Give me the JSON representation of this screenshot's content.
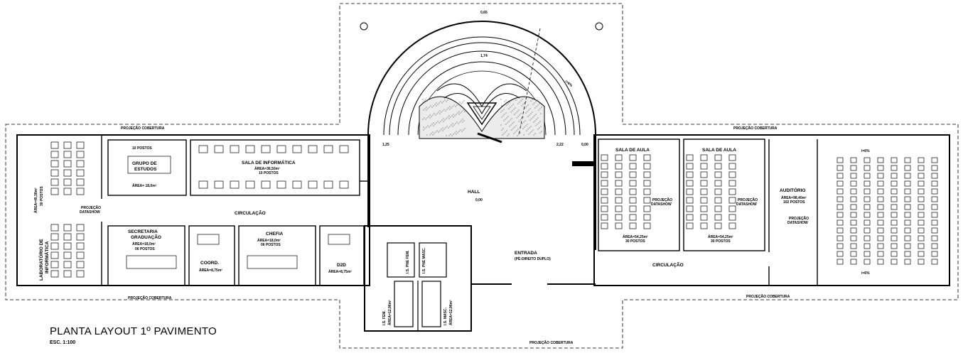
{
  "drawing": {
    "title": "PLANTA LAYOUT 1º PAVIMENTO",
    "scale": "ESC. 1:100"
  },
  "roof_projection": {
    "top_left": "PROJEÇÃO COBERTURA",
    "top_right": "PROJEÇÃO COBERTURA",
    "bottom_left": "PROJEÇÃO COBERTURA",
    "bottom_right": "PROJEÇÃO COBERTURA",
    "bottom_center": "PROJEÇÃO COBERTURA"
  },
  "rooms": {
    "lab": {
      "name_1": "LABORATÓRIO DE",
      "name_2": "INFORMÁTICA",
      "area": "ÁREA=45,38m²",
      "seats": "30 POSTOS",
      "projection_1": "PROJEÇÃO",
      "projection_2": "DATASHOW"
    },
    "study": {
      "posts": "10 POSTOS",
      "name_1": "GRUPO DE",
      "name_2": "ESTUDOS",
      "area": "ÁREA= 18,0m²"
    },
    "it_room": {
      "name": "SALA DE INFORMÁTICA",
      "area": "ÁREA=36,50m²",
      "seats": "10 POSTOS"
    },
    "secretaria": {
      "name_1": "SECRETARIA",
      "name_2": "GRADUAÇÃO",
      "area": "ÁREA=18,0m²",
      "seats": "06 POSTOS"
    },
    "coord": {
      "name": "COORD.",
      "area": "ÁREA=8,75m²"
    },
    "chefia": {
      "name": "CHEFIA",
      "area": "ÁREA=18,0m²",
      "seats": "06 POSTOS"
    },
    "dad": {
      "name": "D2D",
      "area": "ÁREA=8,75m²"
    },
    "hall": {
      "name": "HALL",
      "level": "0,00"
    },
    "entrada": {
      "name": "ENTRADA",
      "note": "(PÉ-DIREITO DUPLO)"
    },
    "circ_left": "CIRCULAÇÃO",
    "circ_right": "CIRCULAÇÃO",
    "class1": {
      "name": "SALA DE AULA",
      "area": "ÁREA=54,25m²",
      "seats": "30 POSTOS",
      "projection_1": "PROJEÇÃO",
      "projection_2": "DATASHOW"
    },
    "class2": {
      "name": "SALA DE AULA",
      "area": "ÁREA=54,25m²",
      "seats": "30 POSTOS",
      "projection_1": "PROJEÇÃO",
      "projection_2": "DATASHOW"
    },
    "auditorio": {
      "name": "AUDITÓRIO",
      "area": "ÁREA=98,40m²",
      "seats": "102 POSTOS",
      "projection_1": "PROJEÇÃO",
      "projection_2": "DATASHOW"
    },
    "wc_fem_pne": "I.S. PNE FEM.",
    "wc_masc_pne": "I.S. PNE MASC.",
    "wc_fem": {
      "name": "I.S. FEM.",
      "area": "ÁREA=12,96m²"
    },
    "wc_masc": {
      "name": "I.S. MASC.",
      "area": "ÁREA=12,96m²"
    }
  },
  "levels": {
    "l1": "0,65",
    "l2": "1,74",
    "l3": "1,25",
    "l4": "2,22",
    "l5": "0,00",
    "slope": "i=6%",
    "aud_top": "i=6%",
    "aud_bottom": "i=6%"
  }
}
